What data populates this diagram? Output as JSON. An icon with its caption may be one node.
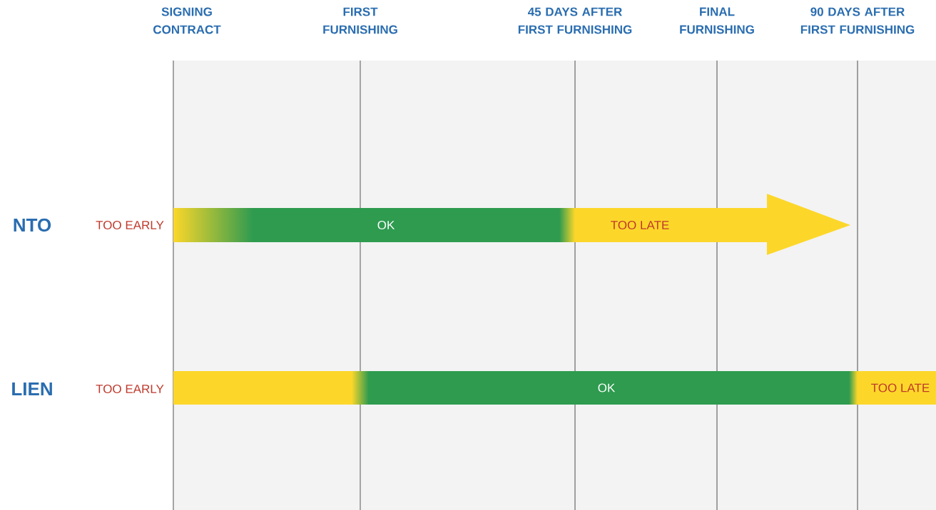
{
  "diagram": {
    "nodes": [
      {
        "text": [
          "OK"
        ]
      },
      {
        "text": [
          "TOO LATE"
        ]
      },
      {
        "text": [],
        "shape": "bar"
      },
      {
        "text": [
          "OK"
        ]
      },
      {
        "text": [
          "TOO LATE"
        ]
      }
    ],
    "labels": [
      "SIGNING CONTRACT",
      "FIRST FURNISHING",
      "45 DAYS AFTER FIRST FURNISHING",
      "FINAL FURNISHING",
      "90 DAYS AFTER FIRST FURNISHING",
      "NTO",
      "TOO EARLY",
      "LIEN",
      "TOO EARLY"
    ]
  }
}
